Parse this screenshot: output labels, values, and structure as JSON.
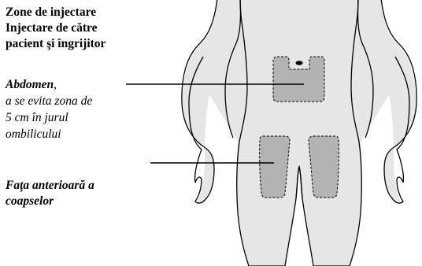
{
  "title": {
    "line1": "Zone de injectare",
    "line2": "Injectare de către",
    "line3": "pacient şi îngrijitor"
  },
  "abdomen": {
    "label": "Abdomen",
    "comma": ",",
    "line2": "a se evita zona de",
    "line3": "5 cm în jurul",
    "line4": "ombilicului"
  },
  "thighs": {
    "line1": "Faţa anterioară a",
    "line2": "coapselor"
  },
  "colors": {
    "body_fill": "#e6e6e6",
    "zone_fill": "#b3b3b3",
    "outline": "#000000"
  }
}
